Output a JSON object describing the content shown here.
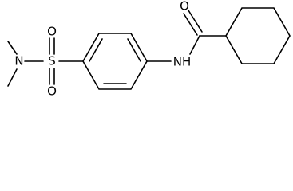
{
  "molecule": {
    "atom_labels": {
      "sulfur": "S",
      "sulfonyl_oxygen_top": "O",
      "sulfonyl_oxygen_bottom": "O",
      "amine_nitrogen": "N",
      "amide_nitrogen": "NH",
      "carbonyl_oxygen": "O"
    },
    "bond_color": "#000000",
    "background_color": "#ffffff"
  }
}
